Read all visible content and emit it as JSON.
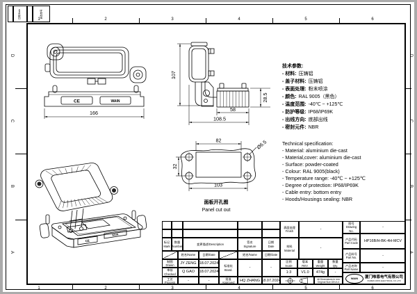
{
  "sheet": {
    "columns": [
      "1",
      "2",
      "3",
      "4",
      "5",
      "6"
    ],
    "rows": [
      "D",
      "C",
      "B",
      "A"
    ],
    "corner": {
      "c1": "日期/Date",
      "c2": "更改单号"
    }
  },
  "views": {
    "front": {
      "label_ce": "CE",
      "label_wain": "WAIN",
      "dim_width": "166"
    },
    "side": {
      "dim_height": "107",
      "dim_block_height": "28.5",
      "dim_block_width": "58",
      "dim_total_width": "108.5"
    },
    "cutout": {
      "dim_width": "82",
      "dim_height": "32",
      "dim_hole_span": "103",
      "dim_hole_dia": "Ø6.5",
      "caption_zh": "面板开孔图",
      "caption_en": "Panel cut out"
    }
  },
  "specs_zh": {
    "title": "技术参数:",
    "items": [
      {
        "label": "- 材料:",
        "value": "压铸铝"
      },
      {
        "label": "- 盖子材料:",
        "value": "压铸铝"
      },
      {
        "label": "- 表面处理:",
        "value": "粉末喷涂"
      },
      {
        "label": "- 颜色:",
        "value": "RAL 9005（黑色）"
      },
      {
        "label": "- 温度范围:",
        "value": "-40℃ ~ +125℃"
      },
      {
        "label": "- 防护等级:",
        "value": "IP68/IP69K"
      },
      {
        "label": "- 出线方向:",
        "value": "底部出线"
      },
      {
        "label": "- 密封元件:",
        "value": "NBR"
      }
    ]
  },
  "specs_en": {
    "title": "Technical specification:",
    "items": [
      "- Material: aluminium die-cast",
      "- Material,cover: aluminium die-cast",
      "- Surface: powder-coated",
      "- Colour: RAL 9005(black)",
      "- Temperature range: -40℃ ~ +125℃",
      "- Degree of protection: IP68/IP69K",
      "- Cable entry: bottom entry",
      "- Hoods/Housings sealing: NBR"
    ]
  },
  "title_block": {
    "rev": {
      "mark": "标记\nMark",
      "number": "数量\nNumber",
      "description": "变更描述/Description",
      "signature": "签名\nSignature",
      "date": "日期\nDate"
    },
    "sig": {
      "name_hdr": "姓名/Name",
      "date_hdr": "日期/Date",
      "drawn": "制图\nDrawn",
      "drawn_name": "JY ZENG",
      "drawn_date": "18.07.2024",
      "checked": "审核\nChecked",
      "checked_name": "Q GAO",
      "checked_date": "18.07.2024",
      "process": "工艺\nProcess",
      "process_name": "-",
      "process_date": "-",
      "standard": "标准化\nStand.",
      "standard_name": "-",
      "standard_date": "-",
      "approved": "批准\nApproved",
      "approved_name": "HQ ZHANG",
      "approved_date": "18.07.2024"
    },
    "info": {
      "finish": "表面处理\nFinish",
      "finish_v": "-",
      "material": "材料\nMaterial",
      "material_v": "-",
      "scale": "比例\nScale",
      "scale_v": "1:3",
      "rev": "版本\nREV.",
      "rev_v": "V1.0",
      "weight": "重量\nWeight",
      "weight_v": "474g",
      "qty": "数量\nQty.",
      "qty_v": "-",
      "drawing_no": "图号\nDrawing No.",
      "drawing_no_v": "-",
      "part_code": "产品代码\nPart Code",
      "part_code_v": "HP16B/H-BK-4H-MCV",
      "part_no": "产品料号\nPart No.",
      "part_no_v": "-",
      "part_name": "产品名称\nPart Name",
      "part_name_v": "-",
      "note": "All Dimensions in mm\nOriginal Size DIN A 4",
      "logo": "WAIN",
      "company_zh": "厦门唯恩电气有限公司",
      "company_en": "XIAMEN WAIN ELECTRICAL CO.,LTD"
    }
  }
}
